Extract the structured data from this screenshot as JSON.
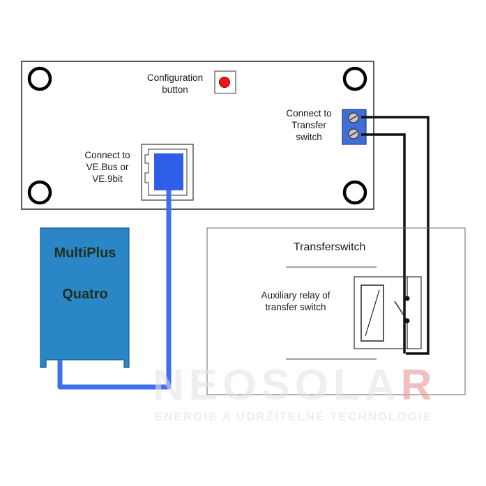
{
  "labels": {
    "config_line1": "Configuration",
    "config_line2": "button",
    "transfer_line1": "Connect to",
    "transfer_line2": "Transfer",
    "transfer_line3": "switch",
    "vebus_line1": "Connect to",
    "vebus_line2": "VE.Bus or",
    "vebus_line3": "VE.9bit",
    "unit_line1": "MultiPlus",
    "unit_line2": "Quatro",
    "transferswitch_title": "Transferswitch",
    "relay_line1": "Auxiliary relay of",
    "relay_line2": "transfer switch"
  },
  "watermark": {
    "brand_main": "NEOSOLA",
    "brand_last": "R",
    "tagline": "ENERGIE A UDRŽITELNÉ TECHNOLOGIE"
  },
  "colors": {
    "config_button": "#e8141e",
    "terminal_block": "#3f6fd6",
    "vebus_port": "#2f5fe8",
    "unit_body": "#2a86c6",
    "blue_cable": "#3f6fee",
    "wire": "#111111"
  }
}
